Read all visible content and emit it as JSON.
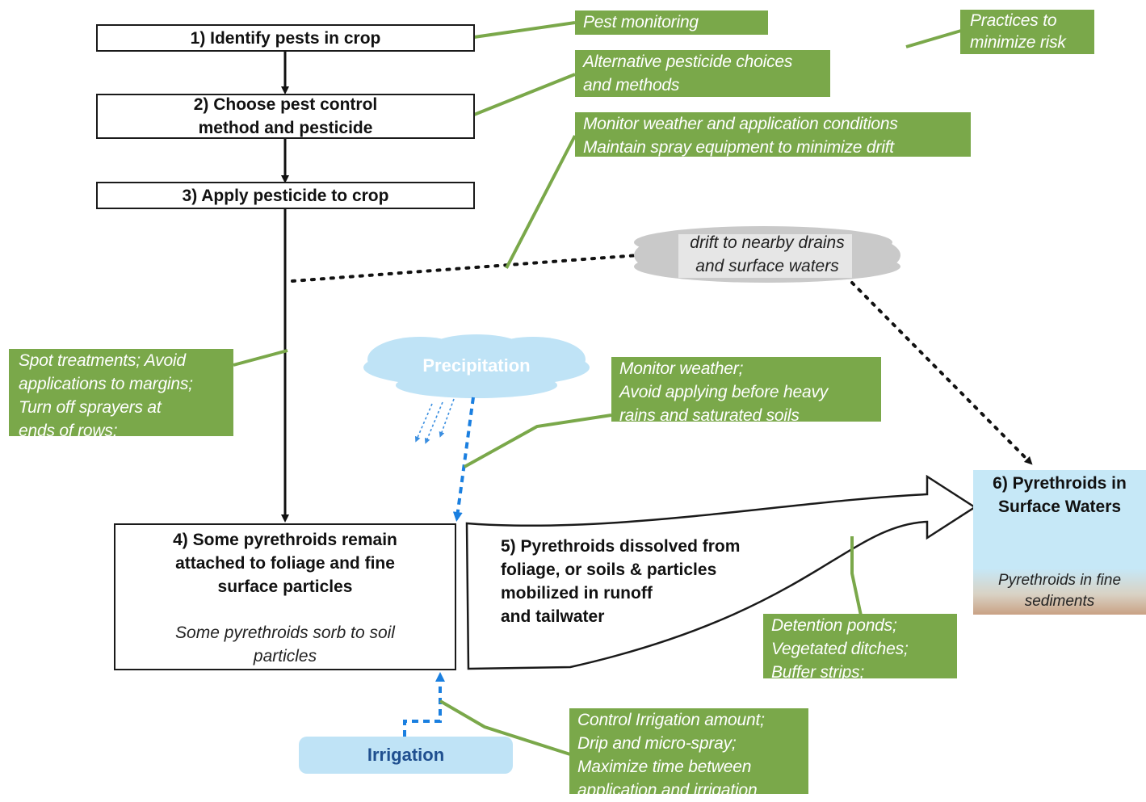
{
  "steps": {
    "identify": "1) Identify pests in crop",
    "choose_line1": "2) Choose pest control",
    "choose_line2": "method and pesticide",
    "apply": "3) Apply pesticide to crop"
  },
  "box4": {
    "line1": "4) Some pyrethroids remain",
    "line2": "attached to foliage and fine",
    "line3": "surface particles",
    "sorb_line1": "Some pyrethroids sorb to soil",
    "sorb_line2": "particles"
  },
  "box5": {
    "line1": "5) Pyrethroids dissolved from",
    "line2": "foliage, or soils & particles",
    "line3": "mobilized in runoff",
    "line4": "and tailwater"
  },
  "box6": {
    "title_line1": "6) Pyrethroids in",
    "title_line2": "Surface Waters",
    "sediment_line1": "Pyrethroids in fine",
    "sediment_line2": "sediments"
  },
  "practices": {
    "header_line1": "Practices to",
    "header_line2": "minimize risk",
    "pest_monitoring": "Pest monitoring",
    "alt_line1": "Alternative pesticide choices",
    "alt_line2": "and methods",
    "weather_line1": "Monitor weather and application conditions",
    "weather_line2": "Maintain spray equipment to minimize drift",
    "spot_line1": "Spot treatments; Avoid",
    "spot_line2": "applications to margins;",
    "spot_line3": "Turn off sprayers at",
    "spot_line4": "ends of rows;",
    "rain_line1": "Monitor weather;",
    "rain_line2": "Avoid applying before heavy",
    "rain_line3": "rains and saturated soils",
    "detention_line1": "Detention ponds;",
    "detention_line2": "Vegetated ditches;",
    "detention_line3": "Buffer strips;",
    "irrig_line1": "Control Irrigation amount;",
    "irrig_line2": "Drip and micro-spray;",
    "irrig_line3": "Maximize time between",
    "irrig_line4": "application and irrigation"
  },
  "drift": {
    "line1": "drift to nearby drains",
    "line2": "and surface waters"
  },
  "precipitation": "Precipitation",
  "irrigation": "Irrigation",
  "colors": {
    "practice_green": "#7aa84a",
    "water_blue": "#c6e8f7",
    "flow_blue": "#1a7fe0",
    "sediment_brown": "#8b4a1c",
    "cloud_gray": "#c8c8c8"
  }
}
